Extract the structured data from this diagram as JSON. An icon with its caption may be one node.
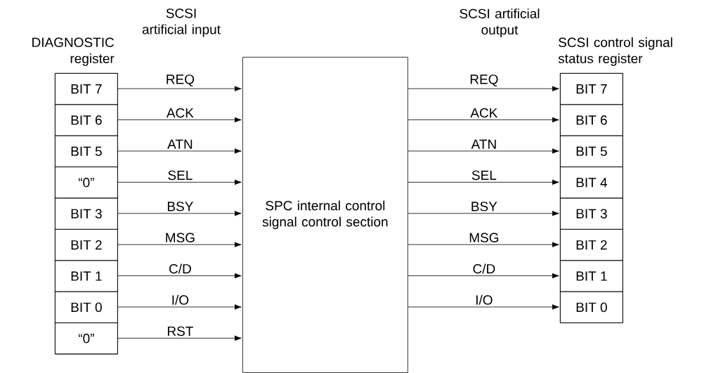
{
  "diagram": {
    "nodes": [
      {
        "text": [
          "DIAGNOSTIC register"
        ]
      },
      {
        "text": [
          "BIT 7"
        ],
        "in": 0
      },
      {
        "text": [
          "BIT 6"
        ],
        "in": 0
      },
      {
        "text": [
          "BIT 5"
        ],
        "in": 0
      },
      {
        "text": [
          "“0”"
        ],
        "in": 0
      },
      {
        "text": [
          "BIT 3"
        ],
        "in": 0
      },
      {
        "text": [
          "BIT 2"
        ],
        "in": 0
      },
      {
        "text": [
          "BIT 1"
        ],
        "in": 0
      },
      {
        "text": [
          "BIT 0"
        ],
        "in": 0
      },
      {
        "text": [
          "“0”"
        ],
        "in": 0
      },
      {
        "text": [
          "SPC internal control signal control section"
        ]
      },
      {
        "text": [
          "SCSI control signal status register"
        ]
      },
      {
        "text": [
          "BIT 7"
        ],
        "in": 11
      },
      {
        "text": [
          "BIT 6"
        ],
        "in": 11
      },
      {
        "text": [
          "BIT 5"
        ],
        "in": 11
      },
      {
        "text": [
          "BIT 4"
        ],
        "in": 11
      },
      {
        "text": [
          "BIT 3"
        ],
        "in": 11
      },
      {
        "text": [
          "BIT 2"
        ],
        "in": 11
      },
      {
        "text": [
          "BIT 1"
        ],
        "in": 11
      },
      {
        "text": [
          "BIT 0"
        ],
        "in": 11
      }
    ],
    "edges": [
      {
        "from": 1,
        "to": 10,
        "arrow": "to",
        "label": "REQ"
      },
      {
        "from": 2,
        "to": 10,
        "arrow": "to",
        "label": "ACK"
      },
      {
        "from": 3,
        "to": 10,
        "arrow": "to",
        "label": "ATN"
      },
      {
        "from": 4,
        "to": 10,
        "arrow": "to",
        "label": "SEL"
      },
      {
        "from": 5,
        "to": 10,
        "arrow": "to",
        "label": "BSY"
      },
      {
        "from": 6,
        "to": 10,
        "arrow": "to",
        "label": "MSG"
      },
      {
        "from": 7,
        "to": 10,
        "arrow": "to",
        "label": "C/D"
      },
      {
        "from": 8,
        "to": 10,
        "arrow": "to",
        "label": "I/O"
      },
      {
        "from": 9,
        "to": 10,
        "arrow": "to",
        "label": "RST"
      },
      {
        "from": 10,
        "to": 12,
        "arrow": "to",
        "label": "REQ"
      },
      {
        "from": 10,
        "to": 13,
        "arrow": "to",
        "label": "ACK"
      },
      {
        "from": 10,
        "to": 14,
        "arrow": "to",
        "label": "ATN"
      },
      {
        "from": 10,
        "to": 15,
        "arrow": "to",
        "label": "SEL"
      },
      {
        "from": 10,
        "to": 16,
        "arrow": "to",
        "label": "BSY"
      },
      {
        "from": 10,
        "to": 17,
        "arrow": "to",
        "label": "MSG"
      },
      {
        "from": 10,
        "to": 18,
        "arrow": "to",
        "label": "C/D"
      },
      {
        "from": 10,
        "to": 19,
        "arrow": "to",
        "label": "I/O"
      }
    ],
    "labels": [
      "SCSI artificial input",
      "SCSI artificial output"
    ]
  }
}
